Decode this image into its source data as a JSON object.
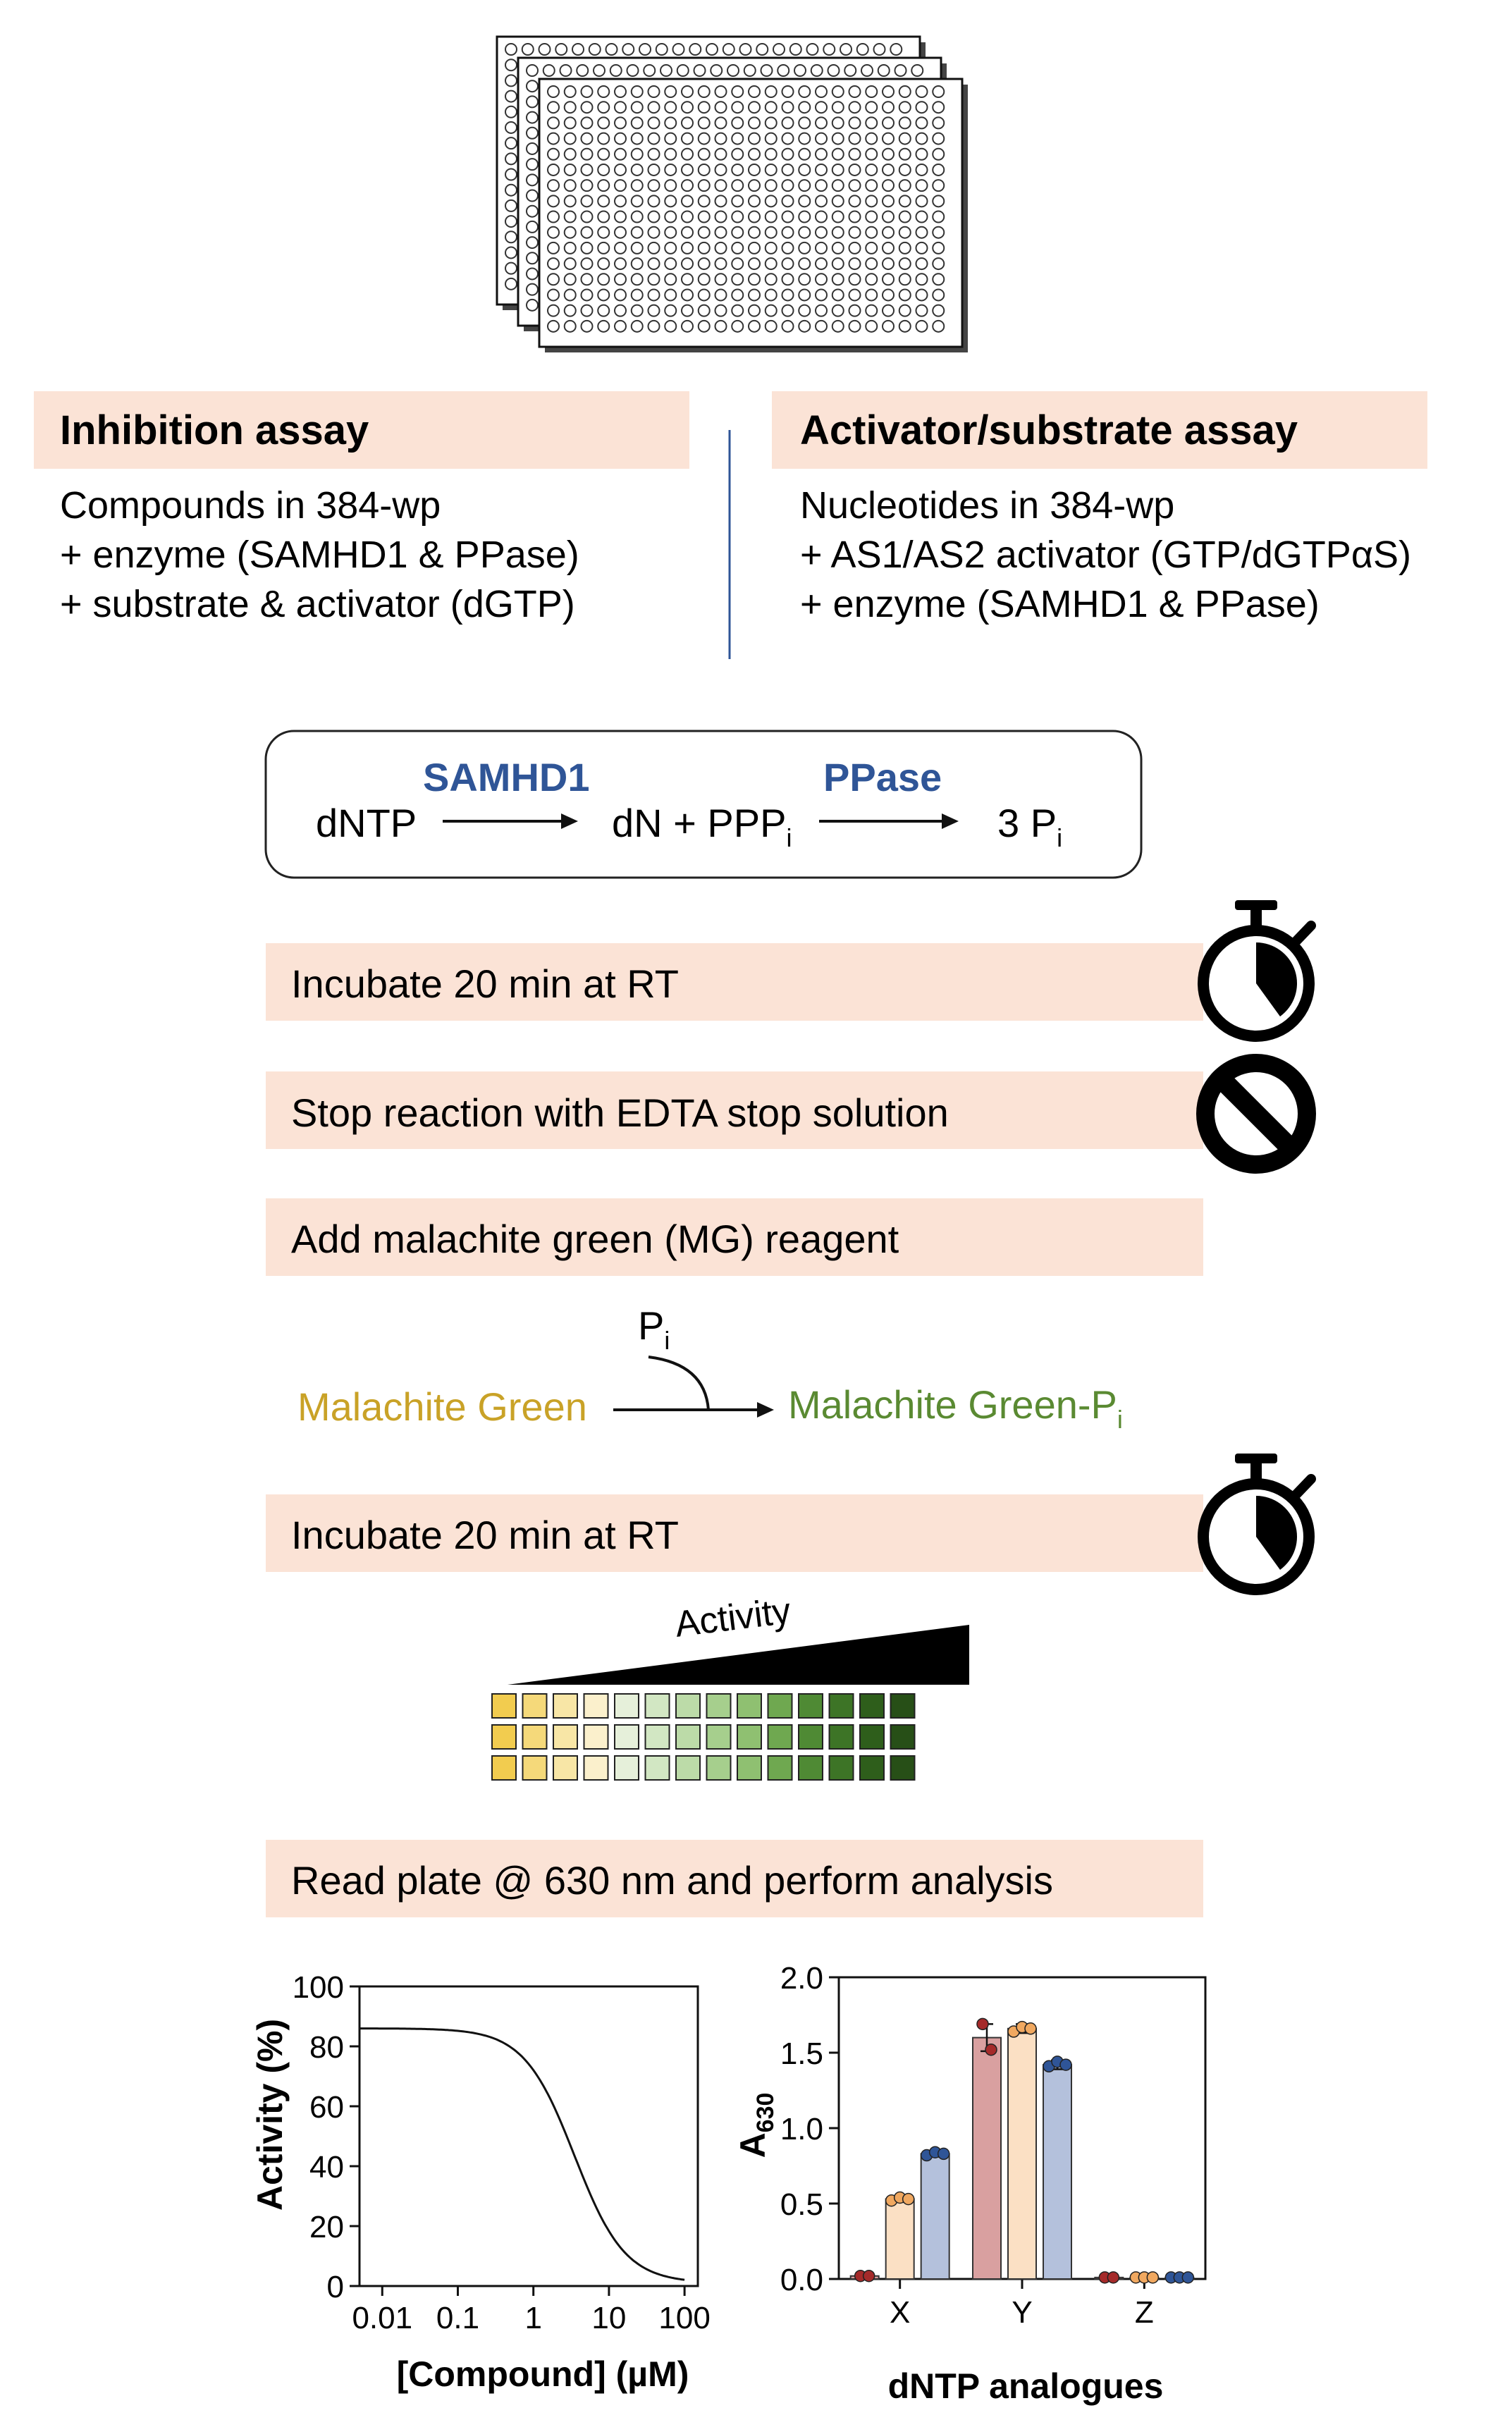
{
  "inhibition": {
    "header": "Inhibition assay",
    "lines": [
      "Compounds in 384-wp",
      "+ enzyme (SAMHD1 & PPase)",
      "+ substrate & activator (dGTP)"
    ]
  },
  "activator": {
    "header": "Activator/substrate assay",
    "lines": [
      "Nucleotides in 384-wp",
      "+ AS1/AS2 activator (GTP/dGTPαS)",
      "+ enzyme (SAMHD1 & PPase)"
    ]
  },
  "reaction": {
    "enzyme1": "SAMHD1",
    "enzyme2": "PPase",
    "substrate": "dNTP",
    "intermediate": "dN + PPP",
    "intermediate_sub": "i",
    "product": "3 P",
    "product_sub": "i"
  },
  "steps": {
    "incubate1": "Incubate 20 min at RT",
    "stop": "Stop reaction with EDTA stop solution",
    "add_mg": "Add malachite green (MG) reagent",
    "incubate2": "Incubate 20 min at RT",
    "read": "Read plate @ 630 nm and perform analysis"
  },
  "mg_reaction": {
    "reactant": "Malachite Green",
    "product": "Malachite Green-P",
    "product_sub": "i",
    "cofactor": "P",
    "cofactor_sub": "i"
  },
  "activity_label": "Activity",
  "colors": {
    "band": "#fbe3d6",
    "enzyme_blue": "#2f5597",
    "mg_yellow": "#c9a227",
    "mg_green": "#5a8a32",
    "plate_gradient": [
      "#f2cc4f",
      "#f5d97a",
      "#f8e6a6",
      "#fbf0cc",
      "#e6f0da",
      "#d2e7c3",
      "#bcdba8",
      "#a6cf8d",
      "#8fc071",
      "#6fa850",
      "#4f8a34",
      "#3d7426",
      "#2e5e1b",
      "#274f17"
    ]
  },
  "icons": [
    "stopwatch-icon",
    "prohibition-icon",
    "stopwatch-icon",
    "well-plate-icon"
  ],
  "chart_data": [
    {
      "type": "line",
      "title": "",
      "xlabel": "[Compound] (µM)",
      "ylabel": "Activity (%)",
      "xscale": "log",
      "xticks": [
        "0.01",
        "0.1",
        "1",
        "10",
        "100"
      ],
      "yticks": [
        "0",
        "20",
        "40",
        "60",
        "80",
        "100"
      ],
      "xlim": [
        0.005,
        150
      ],
      "ylim": [
        0,
        100
      ],
      "curve": {
        "top": 86,
        "bottom": 1,
        "ic50": 3.5,
        "hill": 1.3
      },
      "grid": false
    },
    {
      "type": "bar",
      "title": "",
      "xlabel": "dNTP analogues",
      "ylabel": "A630",
      "ylabel_main": "A",
      "ylabel_sub": "630",
      "categories": [
        "X",
        "Y",
        "Z"
      ],
      "yticks": [
        "0.0",
        "0.5",
        "1.0",
        "1.5",
        "2.0"
      ],
      "ylim": [
        0,
        2.0
      ],
      "series": [
        {
          "color": "#d9a0a0",
          "point_color": "#a52a2a",
          "values": [
            0.02,
            1.6,
            0.01
          ],
          "err": [
            0.0,
            0.09,
            0.0
          ],
          "points": [
            [
              0.02,
              0.02
            ],
            [
              1.69,
              1.52
            ],
            [
              0.01,
              0.01
            ]
          ]
        },
        {
          "color": "#fbe0c4",
          "point_color": "#f0a860",
          "values": [
            0.53,
            1.66,
            0.01
          ],
          "err": [
            0.02,
            0.03,
            0.0
          ],
          "points": [
            [
              0.52,
              0.54,
              0.53
            ],
            [
              1.64,
              1.67,
              1.66
            ],
            [
              0.01,
              0.01,
              0.01
            ]
          ]
        },
        {
          "color": "#b4c1dc",
          "point_color": "#2f5597",
          "values": [
            0.83,
            1.42,
            0.01
          ],
          "err": [
            0.02,
            0.03,
            0.0
          ],
          "points": [
            [
              0.82,
              0.84,
              0.83
            ],
            [
              1.41,
              1.44,
              1.42
            ],
            [
              0.01,
              0.01,
              0.01
            ]
          ]
        }
      ],
      "grid": false
    }
  ]
}
